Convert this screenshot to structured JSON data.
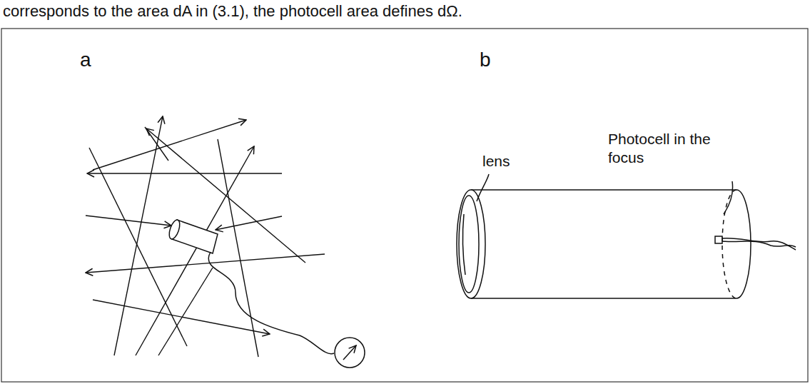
{
  "diagram": {
    "labels": [
      "corresponds to the area dA in (3.1), the photocell area defines dΩ.",
      "a",
      "b",
      "lens",
      "Photocell in the focus"
    ]
  }
}
